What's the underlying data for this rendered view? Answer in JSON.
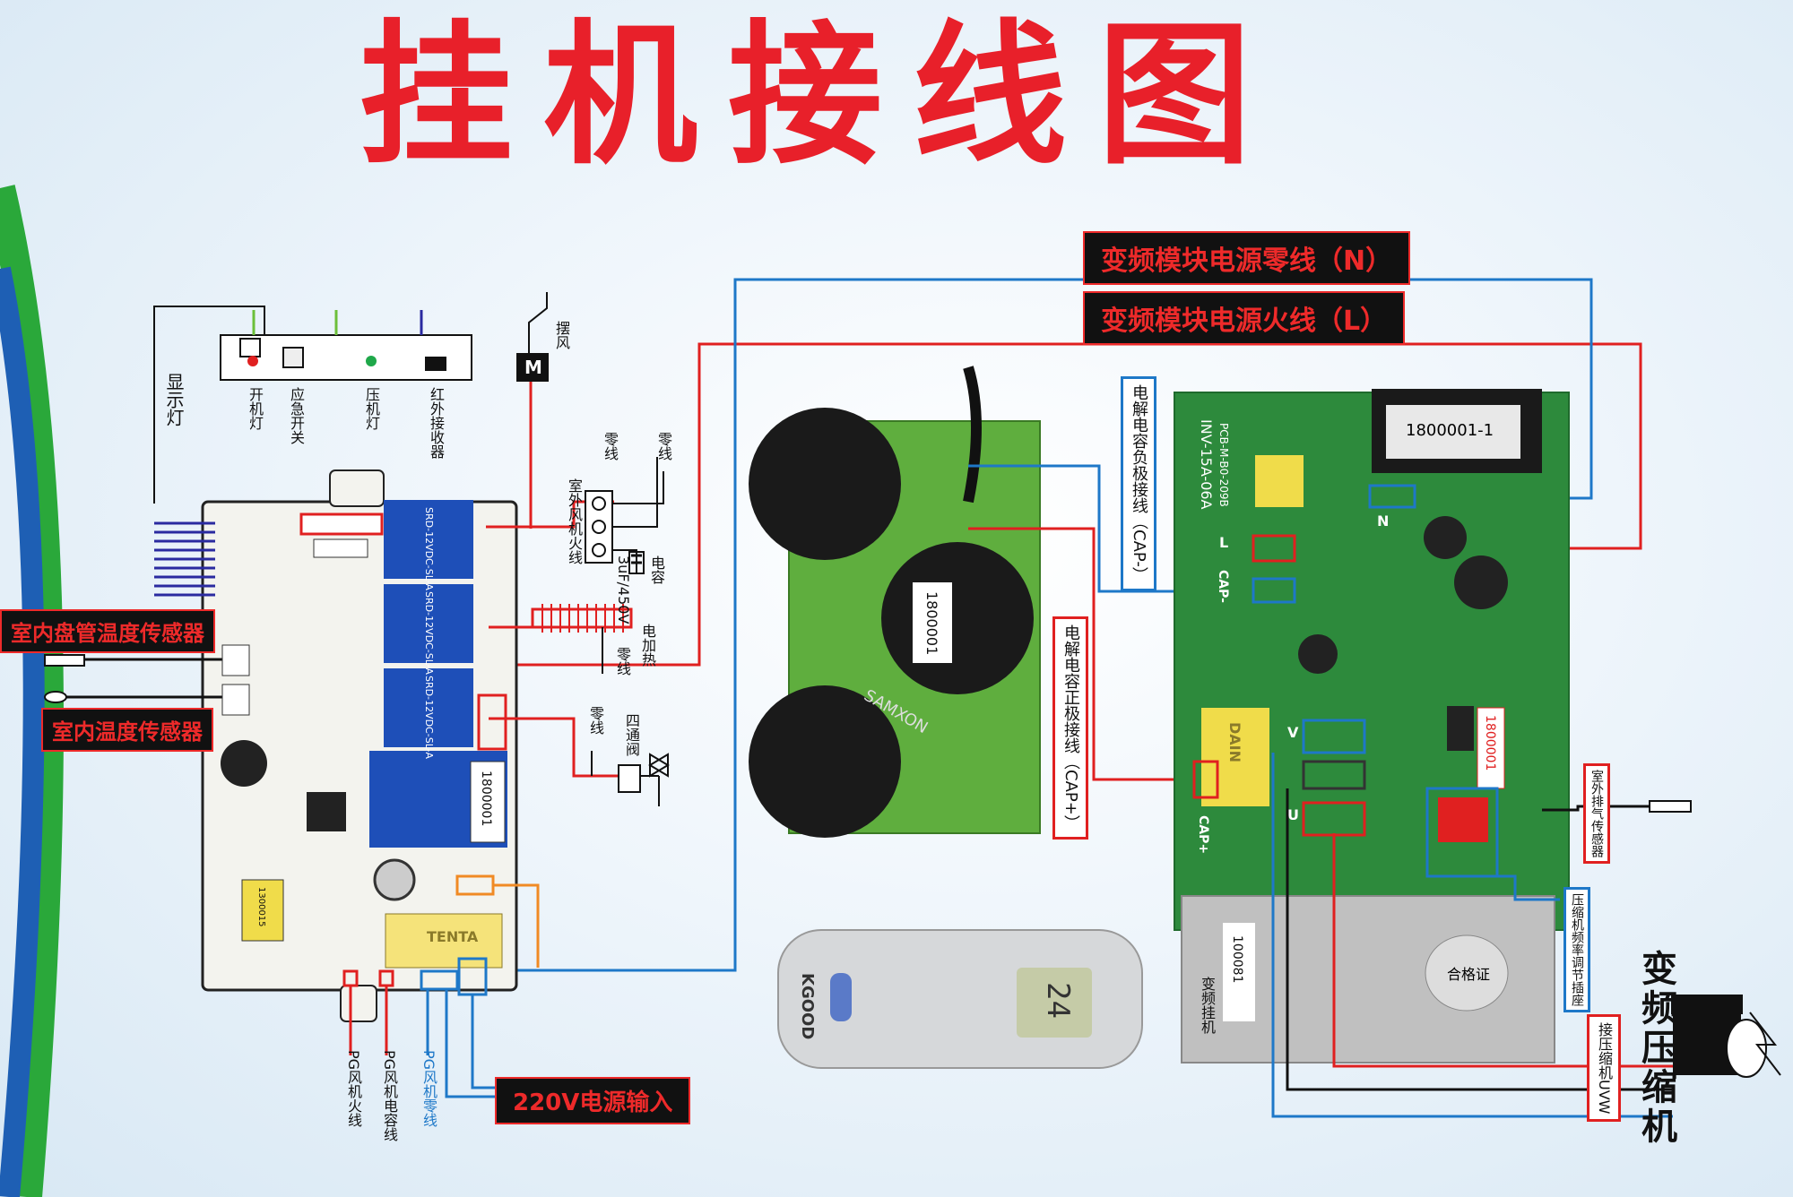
{
  "title": "挂机接线图",
  "labels": {
    "n_line": "变频模块电源零线（N）",
    "l_line": "变频模块电源火线（L）",
    "coil_sensor": "室内盘管温度传感器",
    "room_sensor": "室内温度传感器",
    "power_input": "220V电源输入",
    "cap_neg": "电解电容负极接线（CAP-）",
    "cap_pos": "电解电容正极接线（CAP+）",
    "compressor": "变频压缩机",
    "compressor_uvw": "接压缩机UVW",
    "outdoor_exhaust": "室外排气传感器",
    "pressure_freq": "压缩机频率调节插座"
  },
  "display_panel": {
    "display_light": "显示灯",
    "power_light": "开机灯",
    "emergency_switch": "应急开关",
    "comp_light": "压机灯",
    "ir_receiver": "红外接收器"
  },
  "components": {
    "swing": "摆风",
    "swing_motor": "M",
    "neutral_1": "零线",
    "neutral_2": "零线",
    "outdoor_fan_live": "室外风机火线",
    "capacitor": "电容",
    "cap_spec": "3uF/450V",
    "heater": "电加热",
    "heater_neutral": "零线",
    "valve_neutral": "零线",
    "four_way_valve": "四通阀"
  },
  "bottom_wires": {
    "pg_live": "PG风机火线",
    "pg_cap": "PG风机电容线",
    "pg_neutral": "PG风机零线"
  },
  "boards": {
    "relay_1": "SRD-12VDC-SL-A",
    "relay_2": "SRD-12VDC-SL-A",
    "relay_3": "SRD-12VDC-SL-A",
    "board_code": "1800001",
    "cap_brand": "TENTA",
    "cap_small": "1300015",
    "module_model": "INV-15A-06A",
    "module_pcb": "PCB-M-B0-209B",
    "module_tag": "1800001-1",
    "module_red_tag": "1800001",
    "module_cap_brand": "DAIN",
    "cap_board_code": "1800001",
    "cap_brand_2": "SAMXON",
    "heatsink_code": "100081",
    "heatsink_cert": "合格证",
    "heatsink_note": "变频挂机",
    "terminal_n": "N",
    "terminal_l": "L",
    "terminal_cap_neg": "CAP-",
    "terminal_cap_pos": "CAP+",
    "terminal_v": "V",
    "terminal_u": "U"
  },
  "remote": {
    "brand": "KGOOD",
    "temp": "24"
  },
  "colors": {
    "red": "#e02020",
    "blue": "#1e78c8",
    "pcb_green": "#2d8a3c",
    "black": "#111111"
  }
}
